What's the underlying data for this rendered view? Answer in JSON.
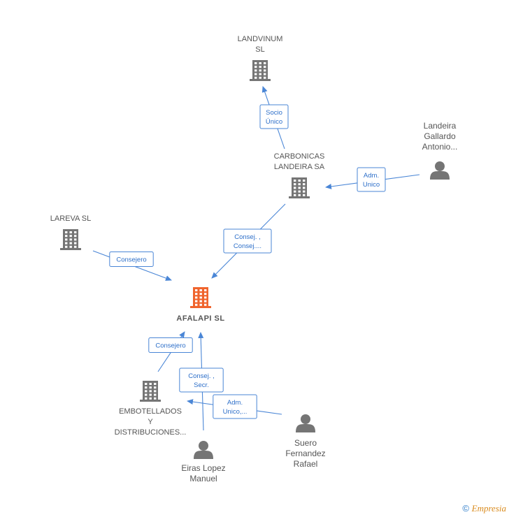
{
  "colors": {
    "company": "#757575",
    "main_company": "#f0642d",
    "person": "#757575",
    "edge": "#4a86d6",
    "edge_text": "#2d6fc9"
  },
  "nodes": [
    {
      "id": "landvinum",
      "type": "company",
      "label": [
        "LANDVINUM",
        "SL"
      ]
    },
    {
      "id": "carbonicas",
      "type": "company",
      "label": [
        "CARBONICAS",
        "LANDEIRA SA"
      ]
    },
    {
      "id": "landeira",
      "type": "person",
      "label": [
        "Landeira",
        "Gallardo",
        "Antonio..."
      ]
    },
    {
      "id": "lareva",
      "type": "company",
      "label": [
        "LAREVA SL"
      ]
    },
    {
      "id": "afalapi",
      "type": "main",
      "label": [
        "AFALAPI SL"
      ]
    },
    {
      "id": "embotellados",
      "type": "company",
      "label": [
        "EMBOTELLADOS",
        "Y",
        "DISTRIBUCIONES..."
      ]
    },
    {
      "id": "eiras",
      "type": "person",
      "label": [
        "Eiras Lopez",
        "Manuel"
      ]
    },
    {
      "id": "suero",
      "type": "person",
      "label": [
        "Suero",
        "Fernandez",
        "Rafael"
      ]
    }
  ],
  "edges": [
    {
      "id": "e1",
      "from": "carbonicas",
      "to": "landvinum",
      "label": [
        "Socio",
        "Único"
      ]
    },
    {
      "id": "e2",
      "from": "landeira",
      "to": "carbonicas",
      "label": [
        "Adm.",
        "Unico"
      ]
    },
    {
      "id": "e3",
      "from": "carbonicas",
      "to": "afalapi",
      "label": [
        "Consej. ,",
        "Consej...."
      ]
    },
    {
      "id": "e4",
      "from": "lareva",
      "to": "afalapi",
      "label": [
        "Consejero"
      ]
    },
    {
      "id": "e5",
      "from": "embotellados",
      "to": "afalapi",
      "label": [
        "Consejero"
      ]
    },
    {
      "id": "e6",
      "from": "eiras",
      "to": "afalapi",
      "label": [
        "Consej. ,",
        "Secr."
      ]
    },
    {
      "id": "e7",
      "from": "suero",
      "to": "embotellados",
      "label": [
        "Adm.",
        "Unico,..."
      ]
    }
  ],
  "footer": {
    "copyright": "©",
    "brand": "Empresia"
  }
}
